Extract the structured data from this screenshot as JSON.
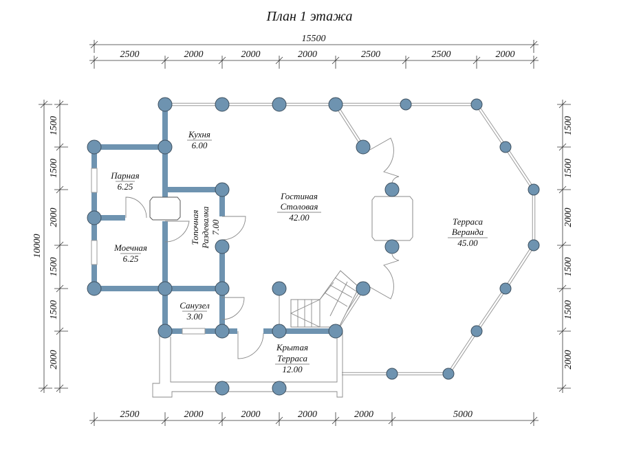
{
  "title": "План 1 этажа",
  "dimensions": {
    "overall_width": "15500",
    "overall_height": "10000",
    "top": [
      "2500",
      "2000",
      "2000",
      "2000",
      "2500",
      "2500",
      "2000"
    ],
    "bottom": [
      "2500",
      "2000",
      "2000",
      "2000",
      "2000",
      "5000"
    ],
    "left": [
      "1500",
      "1500",
      "2000",
      "1500",
      "1500",
      "2000"
    ],
    "right": [
      "1500",
      "1500",
      "2000",
      "1500",
      "1500",
      "2000"
    ]
  },
  "rooms": {
    "kitchen": {
      "name": "Кухня",
      "area": "6.00"
    },
    "steam": {
      "name": "Парная",
      "area": "6.25"
    },
    "wash": {
      "name": "Моечная",
      "area": "6.25"
    },
    "furnace": {
      "name1": "Топочная",
      "name2": "Раздевалка",
      "area": "7.00"
    },
    "living": {
      "name1": "Гостиная",
      "name2": "Столовая",
      "area": "42.00"
    },
    "bath": {
      "name": "Санузел",
      "area": "3.00"
    },
    "covered": {
      "name1": "Крытая",
      "name2": "Терраса",
      "area": "12.00"
    },
    "veranda": {
      "name1": "Терраса",
      "name2": "Веранда",
      "area": "45.00"
    }
  },
  "colors": {
    "column": "#6e93b0",
    "outline": "#3d4f5e"
  }
}
